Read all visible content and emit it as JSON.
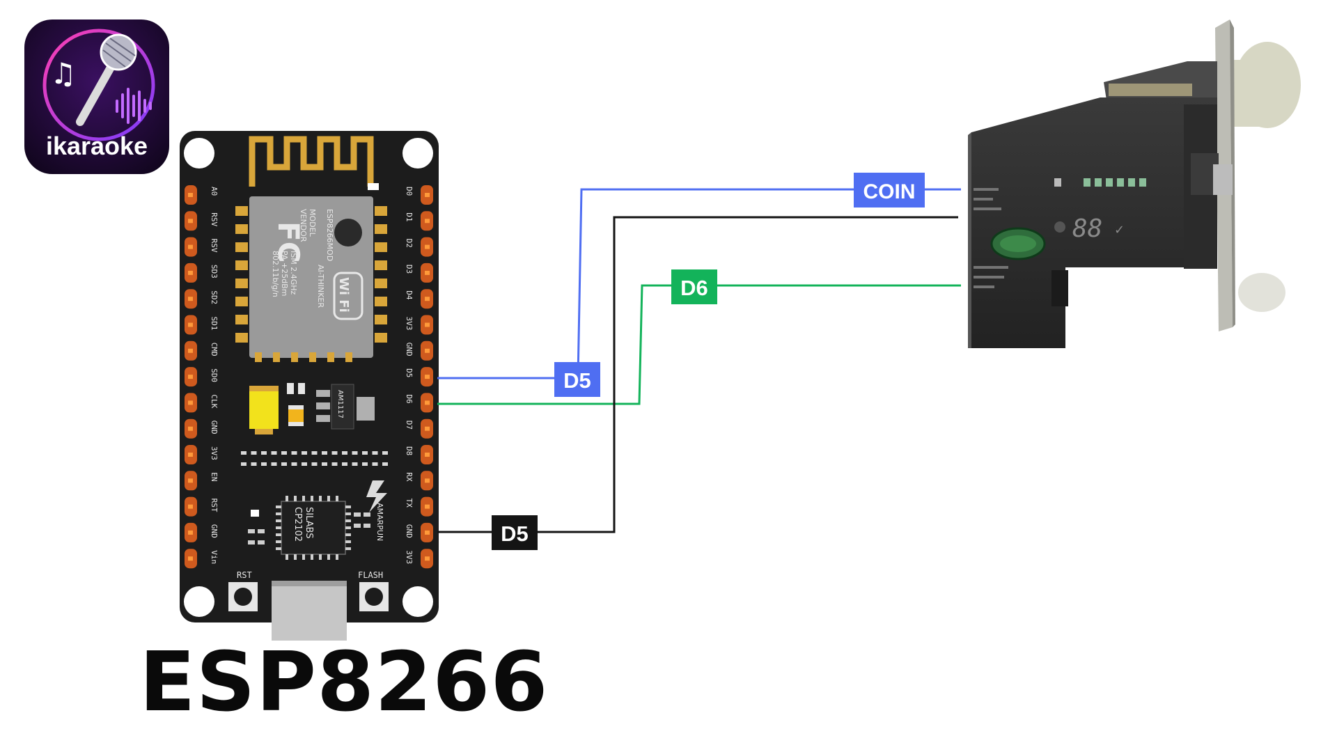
{
  "logo": {
    "text": "ikaraoke"
  },
  "board": {
    "title": "ESP8266",
    "left_pins": [
      "A0",
      "RSV",
      "RSV",
      "SD3",
      "SD2",
      "SD1",
      "CMD",
      "SD0",
      "CLK",
      "GND",
      "3V3",
      "EN",
      "RST",
      "GND",
      "Vin"
    ],
    "right_pins": [
      "D0",
      "D1",
      "D2",
      "D3",
      "D4",
      "3V3",
      "GND",
      "D5",
      "D6",
      "D7",
      "D8",
      "RX",
      "TX",
      "GND",
      "3V3"
    ],
    "module_text": [
      "MODEL",
      "VENDOR",
      "ESP8266MOD",
      "AI-THINKER",
      "ISM 2.4GHz",
      "PA +25dBm",
      "802.11b/g/n"
    ],
    "fcc": "FC",
    "wifi": "Wi Fi",
    "regulator": "AM1117",
    "usb_chip": [
      "SILABS",
      "CP2102"
    ],
    "brand": "AMARPUN",
    "rst_label": "RST",
    "flash_label": "FLASH"
  },
  "wires": [
    {
      "label": "D5",
      "color": "#4f6ef2"
    },
    {
      "label": "COIN",
      "color": "#4f6ef2"
    },
    {
      "label": "D6",
      "color": "#13b35a"
    },
    {
      "label": "D5",
      "color": "#141414"
    }
  ],
  "acceptor": {
    "display": "88"
  },
  "colors": {
    "blue": "#4f6ef2",
    "green": "#13b35a",
    "black": "#141414",
    "board": "#1c1c1c"
  }
}
